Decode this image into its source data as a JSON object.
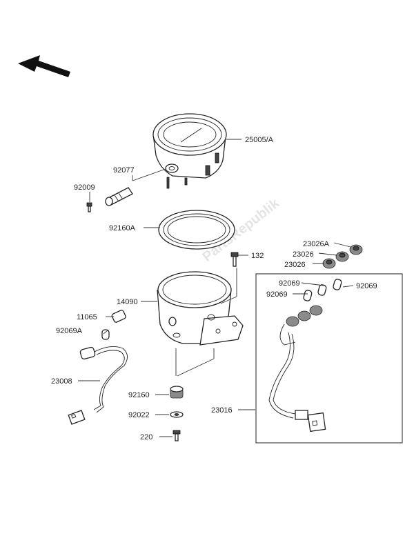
{
  "watermark": "PartsRepublik",
  "callouts": {
    "p25005A": "25005/A",
    "p92077": "92077",
    "p92009": "92009",
    "p92160A": "92160A",
    "p132": "132",
    "p23026A": "23026A",
    "p23026a": "23026",
    "p23026b": "23026",
    "p92069a": "92069",
    "p92069b": "92069",
    "p92069c": "92069",
    "p14090": "14090",
    "p11065": "11065",
    "p92069A": "92069A",
    "p23008": "23008",
    "p92160": "92160",
    "p92022": "92022",
    "p220": "220",
    "p23016": "23016"
  }
}
